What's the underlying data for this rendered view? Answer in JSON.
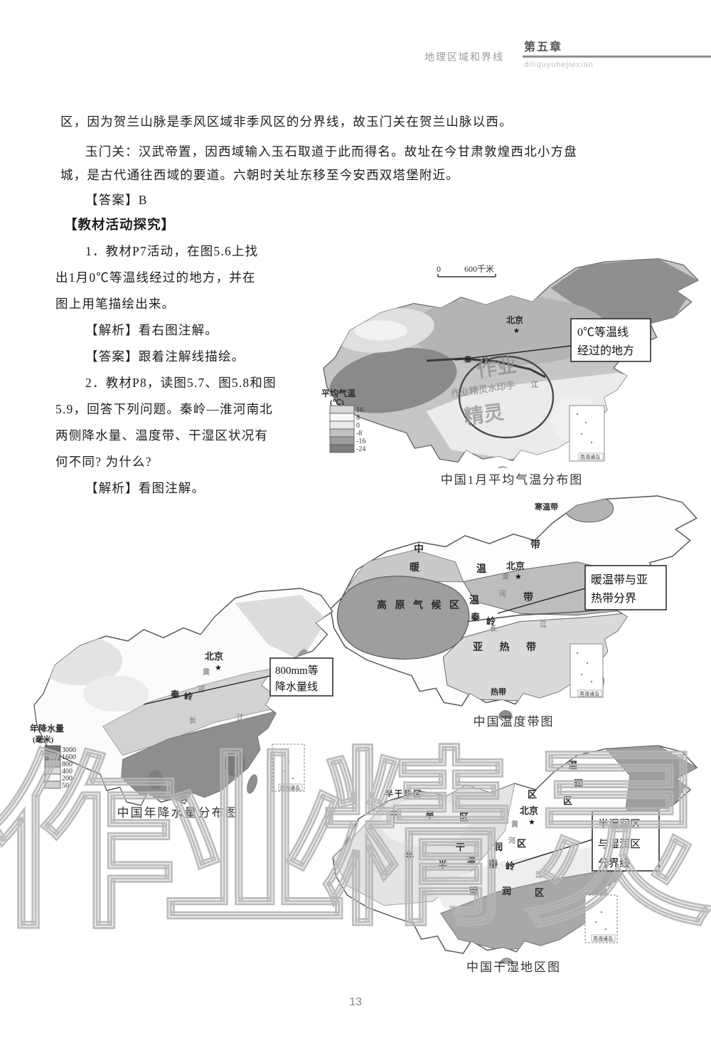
{
  "header": {
    "section_title": "地理区域和界线",
    "chapter": "第五章",
    "pinyin": "diliquyuhejiexian"
  },
  "content": {
    "p1": "区，因为贺兰山脉是季风区域非季风区的分界线，故玉门关在贺兰山脉以西。",
    "p2a": "玉门关：汉武帝置，因西域输入玉石取道于此而得名。故址在今甘肃敦煌西北小方盘",
    "p2b": "城，是古代通往西域的要道。六朝时关址东移至今安西双塔堡附近。",
    "answer1": "【答案】B",
    "section": "【教材活动探究】",
    "col_lines": [
      "1．教材P7活动，在图5.6上找",
      "出1月0℃等温线经过的地方，并在",
      "图上用笔描绘出来。",
      "【解析】看右图注解。",
      "【答案】跟着注解线描绘。",
      "2．教材P8，读图5.7、图5.8和图",
      "5.9，回答下列问题。秦岭—淮河南北",
      "两侧降水量、温度带、干湿区状况有",
      "何不同? 为什么?",
      "【解析】看图注解。"
    ]
  },
  "watermark": {
    "big_chars": [
      "作",
      "业",
      "精",
      "灵"
    ],
    "map_line1": "作业",
    "map_line2": "作业精灵水印手",
    "map_line3": "精灵"
  },
  "map_temperature": {
    "caption": "中国1月平均气温分布图",
    "scale_start": "0",
    "scale_end": "600千米",
    "city": "北京",
    "city_star": "★",
    "qin": "秦",
    "ling": "岭",
    "jiang": "江",
    "callout_line1": "0℃等温线",
    "callout_line2": "经过的地方",
    "legend_title": "平均气温",
    "legend_unit": "(℃)",
    "legend_labels": [
      "16",
      "8",
      "0",
      "-8",
      "-16",
      "-24"
    ],
    "legend_colors": [
      "#d8d8d8",
      "#fafafa",
      "#ebebeb",
      "#c2c2c2",
      "#9d9d9d",
      "#7d7d7d"
    ],
    "inset_label": "南海诸岛"
  },
  "map_zones": {
    "caption": "中国温度带图",
    "label_hanwendai": "寒温带",
    "zhong": "中",
    "wen_a": "温",
    "dai_a": "带",
    "nuan": "暖",
    "wen_b": "温",
    "dai_b": "带",
    "city": "北京",
    "city_star": "★",
    "plateau": "高 原 气 候 区",
    "qin": "秦",
    "ling": "岭",
    "yaredai": "亚  热  带",
    "redai": "热带",
    "huang": "黄",
    "he": "河",
    "chang": "长",
    "jiang": "江",
    "callout_line1": "暖温带与亚",
    "callout_line2": "热带分界",
    "inset_label": "南海诸岛"
  },
  "map_precipitation": {
    "caption": "中国年降水量分布图",
    "city": "北京",
    "city_star": "★",
    "qin": "秦",
    "ling": "岭",
    "huang": "黄",
    "he": "河",
    "chang": "长",
    "jiang": "江",
    "callout_line1": "800mm等",
    "callout_line2": "降水量线",
    "legend_title": "年降水量",
    "legend_unit": "(毫米)",
    "legend_labels": [
      "3000",
      "1600",
      "800",
      "400",
      "200",
      "50"
    ],
    "legend_colors": [
      "#6e6e6e",
      "#8f8f8f",
      "#b5b5b5",
      "#dcdcdc",
      "#f7f7f7",
      "#d2d2d2"
    ],
    "inset_label": "南海诸岛"
  },
  "map_dryness": {
    "caption": "中国干湿地区图",
    "label_semiarid": "半干旱区",
    "gan": "干",
    "han": "旱",
    "qu_a": "区",
    "qu_b": "区",
    "city": "北京",
    "city_star": "★",
    "shi_a": "湿",
    "run_a": "润",
    "qu_c": "区",
    "ban_a": "半",
    "ban_b": "半",
    "gan_b": "干",
    "shi_b": "湿",
    "run_b": "润",
    "qu_d": "区",
    "qin": "秦",
    "ling": "岭",
    "shi_c": "湿",
    "run_c": "润",
    "qu_e": "区",
    "huang": "黄",
    "he": "河",
    "jiang": "江",
    "callout_line1": "半湿润区",
    "callout_line2": "与湿润区",
    "callout_line3": "分界线",
    "inset_label": "南海诸岛"
  },
  "footer": {
    "page_number": "13"
  }
}
